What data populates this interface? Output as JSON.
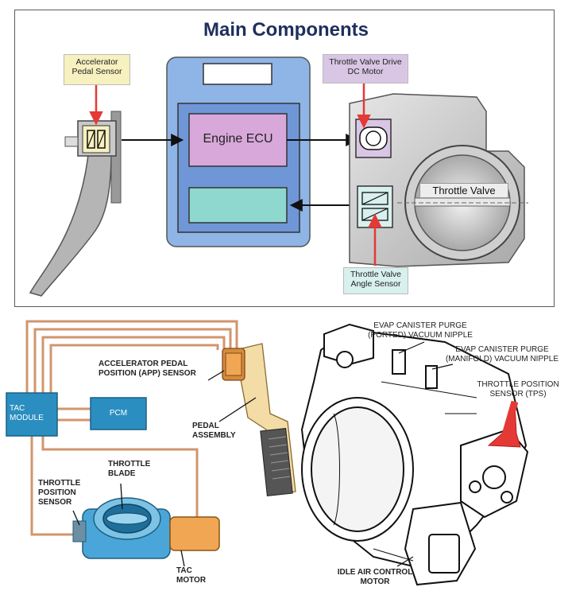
{
  "top": {
    "title": "Main Components",
    "accelerator_pedal_sensor": "Accelerator Pedal Sensor",
    "drive_motor": "Throttle Valve Drive DC Motor",
    "engine_ecu": "Engine ECU",
    "throttle_valve": "Throttle Valve",
    "angle_sensor": "Throttle Valve Angle Sensor"
  },
  "bottom_left": {
    "app_sensor": "ACCELERATOR PEDAL POSITION (APP) SENSOR",
    "tac_module": "TAC MODULE",
    "pcm": "PCM",
    "pedal_assembly": "PEDAL ASSEMBLY",
    "throttle_blade": "THROTTLE BLADE",
    "tps": "THROTTLE POSITION SENSOR",
    "tac_motor": "TAC MOTOR"
  },
  "bottom_right": {
    "evap_ported": "EVAP CANISTER PURGE (PORTED) VACUUM NIPPLE",
    "evap_manifold": "EVAP CANISTER PURGE (MANIFOLD) VACUUM NIPPLE",
    "tps": "THROTTLE POSITION SENSOR (TPS)",
    "iac": "IDLE AIR CONTROL MOTOR"
  },
  "colors": {
    "ecu_body": "#8fb4e6",
    "ecu_inner": "#6f97d8",
    "ecu_box": "#d7a8d9",
    "ecu_lower": "#8fd8cf",
    "label_yellow": "#f7f0bf",
    "label_lilac": "#d9c6e4",
    "label_cyan": "#d8f0ee",
    "red_arrow": "#e53935",
    "tac_blue": "#2a8fc0",
    "wire": "#d2956e",
    "pedal_tan": "#f3dca6",
    "motor_orange": "#f1a654",
    "body_blue": "#4aa6d8"
  }
}
